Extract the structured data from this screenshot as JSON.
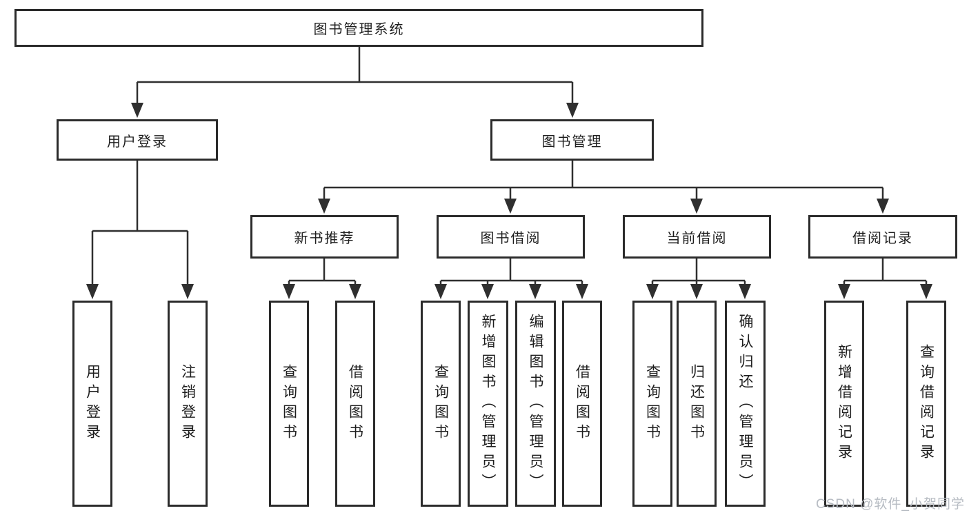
{
  "diagram_title": "图书管理系统",
  "colors": {
    "line": "#2f2f2f",
    "box_border": "#2b2b2b",
    "text": "#1e1e1e",
    "watermark": "#b7bcc3",
    "background": "#ffffff"
  },
  "tree": {
    "root": {
      "label": "图书管理系统"
    },
    "branches": [
      {
        "label": "用户登录",
        "children": [
          {
            "label": "用户登录"
          },
          {
            "label": "注销登录"
          }
        ]
      },
      {
        "label": "图书管理",
        "sections": [
          {
            "label": "新书推荐",
            "children": [
              {
                "label": "查询图书"
              },
              {
                "label": "借阅图书"
              }
            ]
          },
          {
            "label": "图书借阅",
            "children": [
              {
                "label": "查询图书"
              },
              {
                "label": "新增图书（管理员）"
              },
              {
                "label": "编辑图书（管理员）"
              },
              {
                "label": "借阅图书"
              }
            ]
          },
          {
            "label": "当前借阅",
            "children": [
              {
                "label": "查询图书"
              },
              {
                "label": "归还图书"
              },
              {
                "label": "确认归还（管理员）"
              }
            ]
          },
          {
            "label": "借阅记录",
            "children": [
              {
                "label": "新增借阅记录"
              },
              {
                "label": "查询借阅记录"
              }
            ]
          }
        ]
      }
    ]
  },
  "watermark": {
    "text": "CSDN @软件_小贺同学"
  }
}
